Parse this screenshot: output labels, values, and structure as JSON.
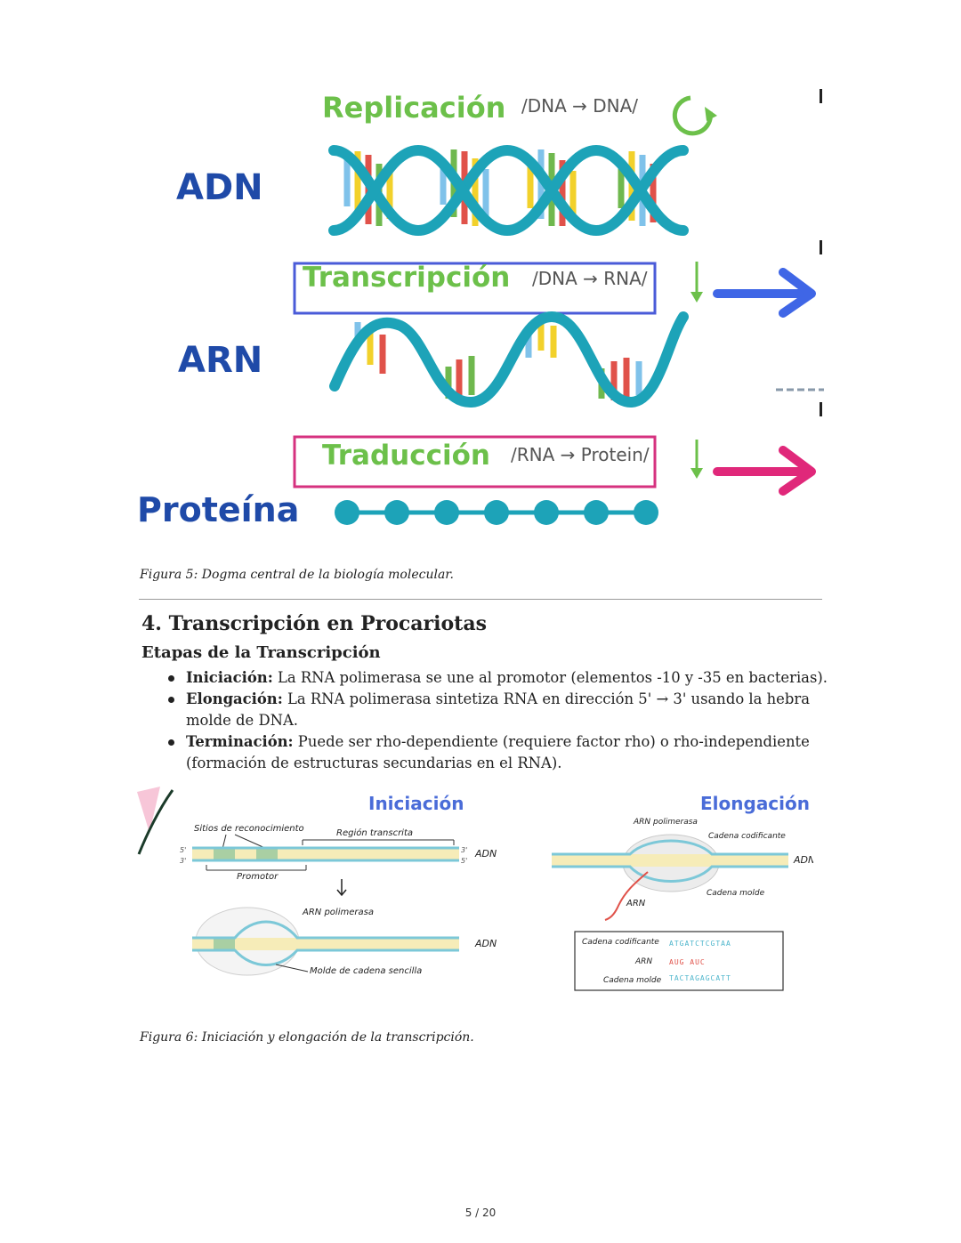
{
  "figure5": {
    "row_labels": {
      "dna": "ADN",
      "rna": "ARN",
      "protein": "Proteína"
    },
    "replication": {
      "title": "Replicación",
      "formula": "/DNA → DNA/"
    },
    "transcription": {
      "title": "Transcripción",
      "formula": "/DNA → RNA/"
    },
    "translation": {
      "title": "Traducción",
      "formula": "/RNA → Protein/"
    },
    "caption": "Figura 5: Dogma central de la biología molecular.",
    "colors": {
      "helix": "#1da3b8",
      "green_title": "#6cc04a",
      "blue_box": "#4a5bd8",
      "pink_box": "#d6317f",
      "label_blue": "#1f4aa8",
      "blue_arrow": "#3f66e6",
      "pink_arrow": "#e0287a",
      "base_yellow": "#f2d12b",
      "base_red": "#e0524a",
      "base_green": "#6fb84e",
      "base_blue": "#7fc2ea"
    }
  },
  "section": {
    "heading": "4. Transcripción en Procariotas",
    "subheading": "Etapas de la Transcripción",
    "items": [
      {
        "term": "Iniciación:",
        "text": " La RNA polimerasa se une al promotor (elementos -10 y -35 en bacterias)."
      },
      {
        "term": "Elongación:",
        "text": " La RNA polimerasa sintetiza RNA en dirección 5' → 3' usando la hebra molde de DNA."
      },
      {
        "term": "Terminación:",
        "text": " Puede ser rho-dependiente (requiere factor rho) o rho-independiente (formación de estructuras secundarias en el RNA)."
      }
    ]
  },
  "figure6": {
    "initiation": {
      "title": "Iniciación",
      "recognition_sites": "Sitios de reconocimiento",
      "transcribed_region": "Región transcrita",
      "promoter": "Promotor",
      "dna": "ADN",
      "rna_polymerase": "ARN polimerasa",
      "single_strand_template": "Molde de cadena sencilla",
      "five_prime": "5'",
      "three_prime": "3'"
    },
    "elongation": {
      "title": "Elongación",
      "rna_polymerase": "ARN polimerasa",
      "coding_strand": "Cadena codificante",
      "template_strand": "Cadena molde",
      "rna": "ARN",
      "dna": "ADN",
      "box_coding_label": "Cadena codificante",
      "box_rna_label": "ARN",
      "box_template_label": "Cadena molde",
      "coding_seq": "ATGATCTCGTAA",
      "rna_seq": "AUG AUC",
      "template_seq": "TACTAGAGCATT"
    },
    "caption": "Figura 6: Iniciación y elongación de la transcripción."
  },
  "page": {
    "number": "5 / 20"
  }
}
